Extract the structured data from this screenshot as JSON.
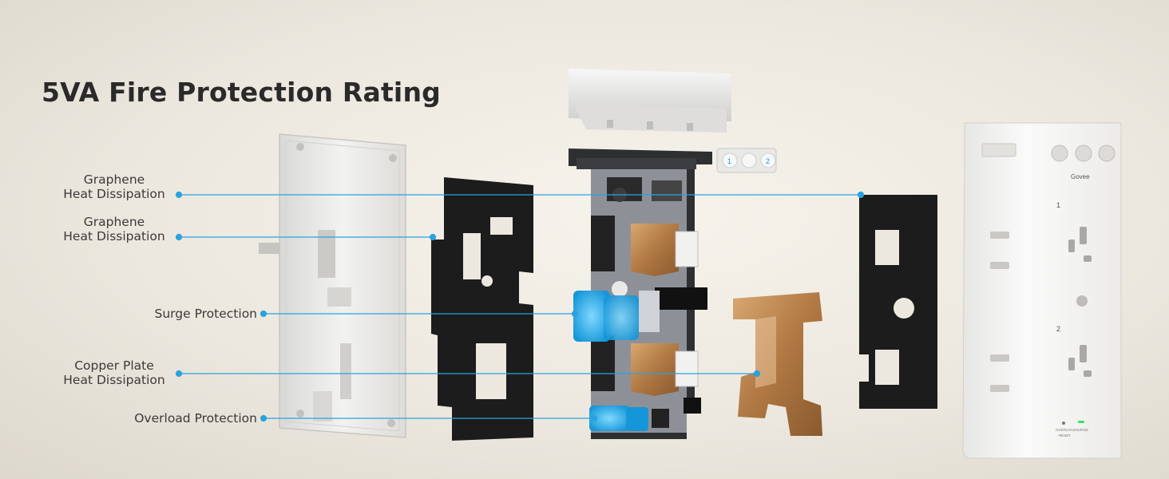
{
  "title": "5VA Fire Protection Rating",
  "callouts": [
    {
      "line1": "Graphene",
      "line2": "Heat Dissipation"
    },
    {
      "line1": "Graphene",
      "line2": "Heat Dissipation"
    },
    {
      "line1": "Surge Protection"
    },
    {
      "line1": "Copper Plate",
      "line2": "Heat Dissipation"
    },
    {
      "line1": "Overload Protection"
    }
  ],
  "product": {
    "brand": "Govee",
    "outlet_1": "1",
    "outlet_2": "2",
    "overload_label": "OVERLOAD",
    "reset_label": "RESET",
    "surge_label": "SURGE",
    "button_1": "1",
    "button_2": "2"
  },
  "colors": {
    "callout_line": "#2aa2df",
    "text": "#2a2a2a",
    "blue_component": "#1eaef0",
    "copper": "#b9824d",
    "graphene": "#1c1c1c",
    "housing": "#f4f4f2"
  }
}
